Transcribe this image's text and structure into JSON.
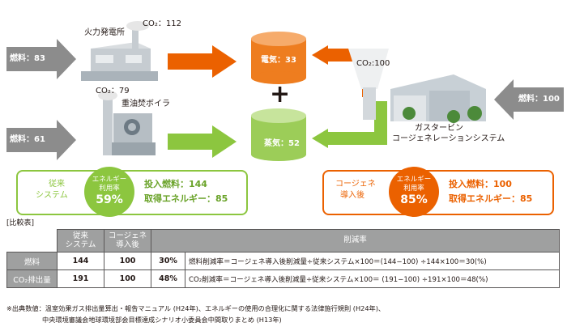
{
  "inputs": {
    "fuel_power": "燃料：83",
    "fuel_boiler": "燃料：61",
    "fuel_gas": "燃料：100"
  },
  "plants": {
    "power_label": "火力発電所",
    "power_co2": "CO₂：112",
    "boiler_label": "重油焚ボイラ",
    "boiler_co2": "CO₂：79",
    "gas_co2": "CO₂:100",
    "gas_label_1": "ガスタービン",
    "gas_label_2": "コージェネレーションシステム"
  },
  "outputs": {
    "electricity": "電気：33",
    "steam": "蒸気：52",
    "plus": "+"
  },
  "conventional": {
    "label_1": "従来",
    "label_2": "システム",
    "rate_label_1": "エネルギー",
    "rate_label_2": "利用率",
    "rate_value": "59%",
    "input_fuel": "投入燃料：144",
    "acquired": "取得エネルギー：85"
  },
  "cogeneration": {
    "label_1": "コージェネ",
    "label_2": "導入後",
    "rate_label_1": "エネルギー",
    "rate_label_2": "利用率",
    "rate_value": "85%",
    "input_fuel": "投入燃料：100",
    "acquired": "取得エネルギー：85"
  },
  "table": {
    "caption": "[比較表]",
    "headers": [
      "従来\nシステム",
      "コージェネ\n導入後",
      "削減率"
    ],
    "rows": [
      {
        "label": "燃料",
        "conv": "144",
        "cogen": "100",
        "rate": "30%",
        "formula": "燃料削減率＝コージェネ導入後削減量÷従来システム×100＝(144−100) ÷144×100＝30(%)"
      },
      {
        "label": "CO₂排出量",
        "conv": "191",
        "cogen": "100",
        "rate": "48%",
        "formula": "CO₂削減率＝コージェネ導入後削減量÷従来システム×100＝ (191−100) ÷191×100＝48(%)"
      }
    ]
  },
  "notes": {
    "line1": "※出典数値：温室効果ガス排出量算出・報告マニュアル (H24年)、エネルギーの使用の合理化に関する法律施行規則 (H24年)、",
    "line2": "中央環境審議会地球環境部会目標達成シナリオ小委員会中間取りまとめ (H13年)"
  },
  "colors": {
    "orange": "#eb6100",
    "green": "#8cc63f",
    "grey": "#9fa0a0"
  }
}
